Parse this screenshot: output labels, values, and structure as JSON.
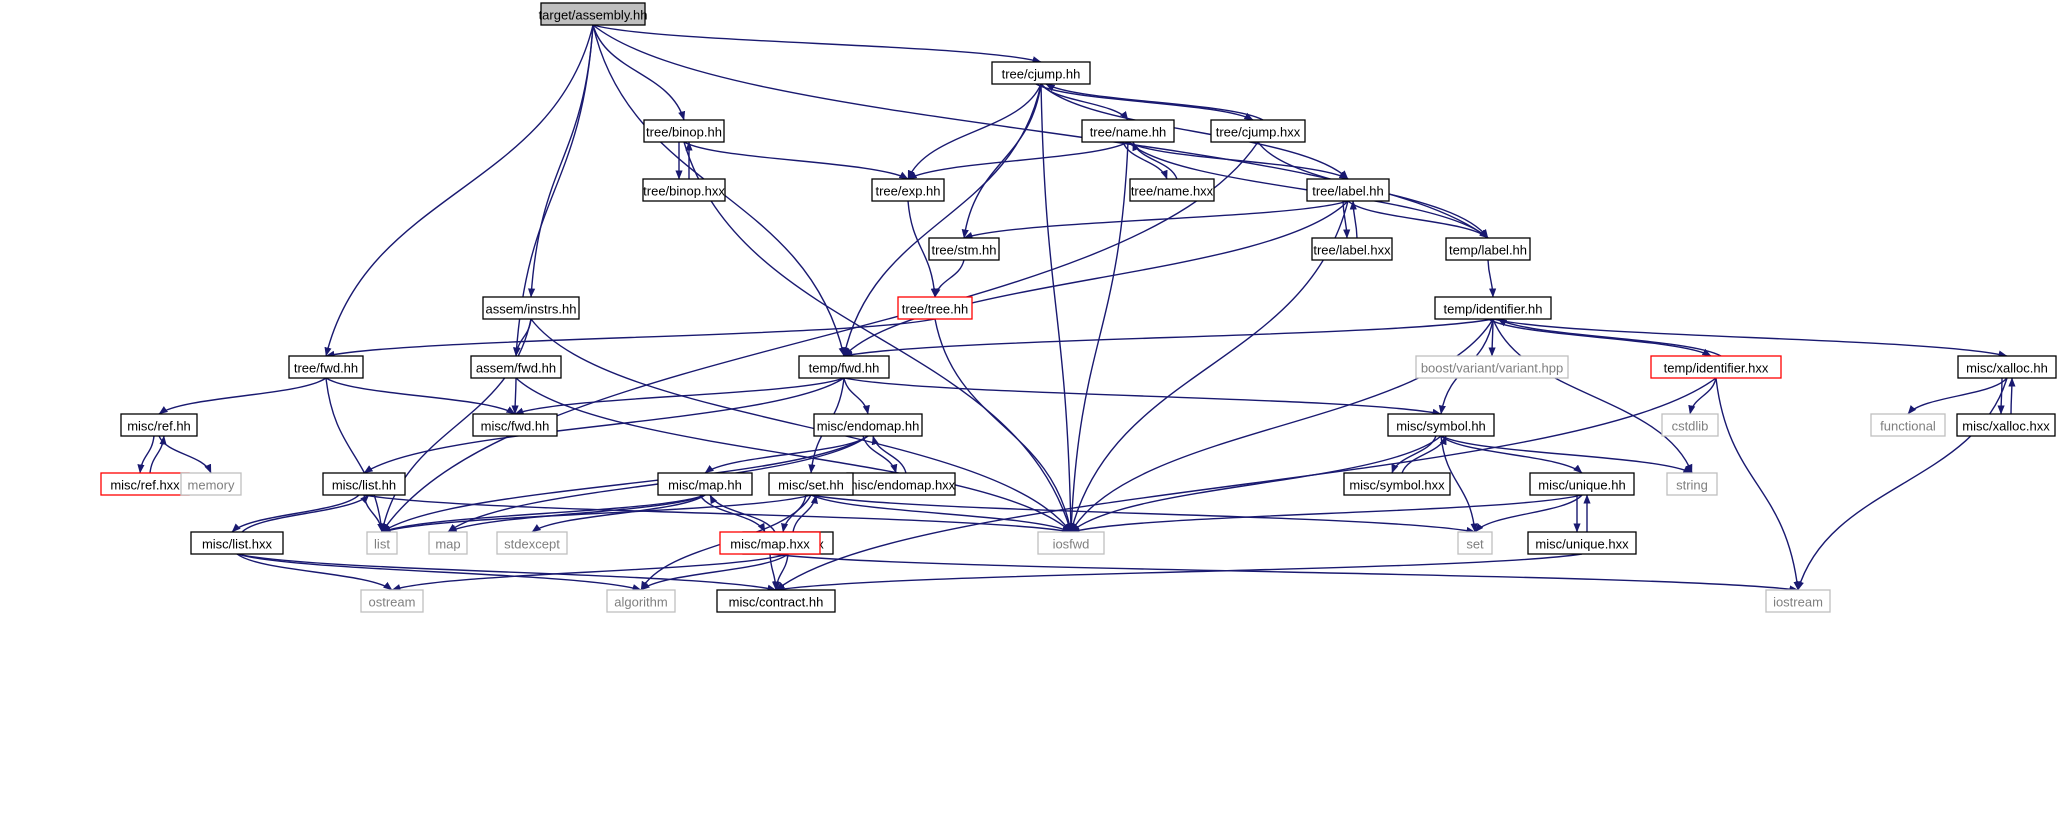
{
  "title": "target/assembly.hh",
  "colors": {
    "edge": "#191970",
    "node_border": "#000000",
    "node_border_system": "#bfbfbf",
    "node_border_truncated": "#ff0000",
    "root_fill": "#bfbfbf",
    "text": "#000000",
    "text_system": "#7f7f7f"
  },
  "nodes": [
    {
      "id": "assembly",
      "label": "target/assembly.hh",
      "kind": "root"
    },
    {
      "id": "cjump",
      "label": "tree/cjump.hh",
      "kind": "normal"
    },
    {
      "id": "binop",
      "label": "tree/binop.hh",
      "kind": "normal"
    },
    {
      "id": "binophxx",
      "label": "tree/binop.hxx",
      "kind": "normal"
    },
    {
      "id": "name",
      "label": "tree/name.hh",
      "kind": "normal"
    },
    {
      "id": "cjumphxx",
      "label": "tree/cjump.hxx",
      "kind": "normal"
    },
    {
      "id": "exp",
      "label": "tree/exp.hh",
      "kind": "normal"
    },
    {
      "id": "namehxx",
      "label": "tree/name.hxx",
      "kind": "normal"
    },
    {
      "id": "treelabel",
      "label": "tree/label.hh",
      "kind": "normal"
    },
    {
      "id": "stm",
      "label": "tree/stm.hh",
      "kind": "normal"
    },
    {
      "id": "treelabelhxx",
      "label": "tree/label.hxx",
      "kind": "normal"
    },
    {
      "id": "templabel",
      "label": "temp/label.hh",
      "kind": "normal"
    },
    {
      "id": "tree",
      "label": "tree/tree.hh",
      "kind": "truncated"
    },
    {
      "id": "instrs",
      "label": "assem/instrs.hh",
      "kind": "normal"
    },
    {
      "id": "identifier",
      "label": "temp/identifier.hh",
      "kind": "normal"
    },
    {
      "id": "treefwd",
      "label": "tree/fwd.hh",
      "kind": "normal"
    },
    {
      "id": "assemfwd",
      "label": "assem/fwd.hh",
      "kind": "normal"
    },
    {
      "id": "tempfwd",
      "label": "temp/fwd.hh",
      "kind": "normal"
    },
    {
      "id": "boostvariant",
      "label": "boost/variant/variant.hpp",
      "kind": "system"
    },
    {
      "id": "identhxx",
      "label": "temp/identifier.hxx",
      "kind": "truncated"
    },
    {
      "id": "xalloc",
      "label": "misc/xalloc.hh",
      "kind": "normal"
    },
    {
      "id": "ref",
      "label": "misc/ref.hh",
      "kind": "normal"
    },
    {
      "id": "miscfwd",
      "label": "misc/fwd.hh",
      "kind": "normal"
    },
    {
      "id": "endomap",
      "label": "misc/endomap.hh",
      "kind": "normal"
    },
    {
      "id": "symbol",
      "label": "misc/symbol.hh",
      "kind": "normal"
    },
    {
      "id": "cstdlib",
      "label": "cstdlib",
      "kind": "system"
    },
    {
      "id": "functional",
      "label": "functional",
      "kind": "system"
    },
    {
      "id": "xallochxx",
      "label": "misc/xalloc.hxx",
      "kind": "normal"
    },
    {
      "id": "refhxx",
      "label": "misc/ref.hxx",
      "kind": "truncated"
    },
    {
      "id": "memory",
      "label": "memory",
      "kind": "system"
    },
    {
      "id": "list",
      "label": "misc/list.hh",
      "kind": "normal"
    },
    {
      "id": "map",
      "label": "misc/map.hh",
      "kind": "normal"
    },
    {
      "id": "endomaphxx",
      "label": "misc/endomap.hxx",
      "kind": "normal"
    },
    {
      "id": "set",
      "label": "misc/set.hh",
      "kind": "normal"
    },
    {
      "id": "symbolhxx",
      "label": "misc/symbol.hxx",
      "kind": "normal"
    },
    {
      "id": "unique",
      "label": "misc/unique.hh",
      "kind": "normal"
    },
    {
      "id": "string",
      "label": "string",
      "kind": "system"
    },
    {
      "id": "stdlist",
      "label": "list",
      "kind": "system"
    },
    {
      "id": "stdmap",
      "label": "map",
      "kind": "system"
    },
    {
      "id": "stdexcept",
      "label": "stdexcept",
      "kind": "system"
    },
    {
      "id": "iosfwd",
      "label": "iosfwd",
      "kind": "system"
    },
    {
      "id": "stdset",
      "label": "set",
      "kind": "system"
    },
    {
      "id": "listhxx",
      "label": "misc/list.hxx",
      "kind": "normal"
    },
    {
      "id": "sethxx",
      "label": "misc/set.hxx",
      "kind": "normal"
    },
    {
      "id": "maphxx",
      "label": "misc/map.hxx",
      "kind": "truncated"
    },
    {
      "id": "uniquehxx",
      "label": "misc/unique.hxx",
      "kind": "normal"
    },
    {
      "id": "ostream",
      "label": "ostream",
      "kind": "system"
    },
    {
      "id": "algorithm",
      "label": "algorithm",
      "kind": "system"
    },
    {
      "id": "contract",
      "label": "misc/contract.hh",
      "kind": "normal"
    },
    {
      "id": "iostream",
      "label": "iostream",
      "kind": "system"
    }
  ],
  "edges": [
    [
      "assembly",
      "cjump"
    ],
    [
      "assembly",
      "templabel"
    ],
    [
      "assembly",
      "binop"
    ],
    [
      "assembly",
      "instrs"
    ],
    [
      "assembly",
      "assemfwd"
    ],
    [
      "assembly",
      "treefwd"
    ],
    [
      "assembly",
      "tempfwd"
    ],
    [
      "cjump",
      "name"
    ],
    [
      "cjump",
      "cjumphxx"
    ],
    [
      "cjump",
      "exp"
    ],
    [
      "cjump",
      "stm"
    ],
    [
      "cjump",
      "treelabel"
    ],
    [
      "cjump",
      "tempfwd"
    ],
    [
      "cjump",
      "iosfwd"
    ],
    [
      "cjumphxx",
      "cjump"
    ],
    [
      "cjumphxx",
      "templabel"
    ],
    [
      "cjumphxx",
      "stdlist"
    ],
    [
      "binop",
      "binophxx"
    ],
    [
      "binophxx",
      "binop"
    ],
    [
      "binop",
      "exp"
    ],
    [
      "binop",
      "iosfwd"
    ],
    [
      "name",
      "exp"
    ],
    [
      "name",
      "namehxx"
    ],
    [
      "namehxx",
      "name"
    ],
    [
      "name",
      "treelabel"
    ],
    [
      "name",
      "templabel"
    ],
    [
      "name",
      "iosfwd"
    ],
    [
      "exp",
      "tree"
    ],
    [
      "stm",
      "tree"
    ],
    [
      "treelabel",
      "treelabelhxx"
    ],
    [
      "treelabelhxx",
      "treelabel"
    ],
    [
      "treelabel",
      "templabel"
    ],
    [
      "treelabel",
      "stm"
    ],
    [
      "treelabel",
      "tempfwd"
    ],
    [
      "treelabel",
      "iosfwd"
    ],
    [
      "templabel",
      "identifier"
    ],
    [
      "tree",
      "treefwd"
    ],
    [
      "tree",
      "iosfwd"
    ],
    [
      "instrs",
      "assemfwd"
    ],
    [
      "instrs",
      "stdlist"
    ],
    [
      "instrs",
      "iosfwd"
    ],
    [
      "identifier",
      "tempfwd"
    ],
    [
      "identifier",
      "boostvariant"
    ],
    [
      "identifier",
      "identhxx"
    ],
    [
      "identhxx",
      "identifier"
    ],
    [
      "identifier",
      "xalloc"
    ],
    [
      "identifier",
      "symbol"
    ],
    [
      "identifier",
      "string"
    ],
    [
      "identifier",
      "iosfwd"
    ],
    [
      "identhxx",
      "cstdlib"
    ],
    [
      "identhxx",
      "iostream"
    ],
    [
      "identhxx",
      "contract"
    ],
    [
      "treefwd",
      "ref"
    ],
    [
      "treefwd",
      "miscfwd"
    ],
    [
      "treefwd",
      "stdlist"
    ],
    [
      "assemfwd",
      "miscfwd"
    ],
    [
      "assemfwd",
      "iosfwd"
    ],
    [
      "tempfwd",
      "miscfwd"
    ],
    [
      "tempfwd",
      "endomap"
    ],
    [
      "tempfwd",
      "set"
    ],
    [
      "tempfwd",
      "symbol"
    ],
    [
      "tempfwd",
      "list"
    ],
    [
      "xalloc",
      "functional"
    ],
    [
      "xalloc",
      "xallochxx"
    ],
    [
      "xallochxx",
      "xalloc"
    ],
    [
      "xalloc",
      "iostream"
    ],
    [
      "ref",
      "refhxx"
    ],
    [
      "refhxx",
      "ref"
    ],
    [
      "ref",
      "memory"
    ],
    [
      "endomap",
      "endomaphxx"
    ],
    [
      "endomaphxx",
      "endomap"
    ],
    [
      "endomap",
      "map"
    ],
    [
      "endomap",
      "stdlist"
    ],
    [
      "endomap",
      "stdmap"
    ],
    [
      "symbol",
      "symbolhxx"
    ],
    [
      "symbolhxx",
      "symbol"
    ],
    [
      "symbol",
      "unique"
    ],
    [
      "symbol",
      "string"
    ],
    [
      "symbol",
      "stdset"
    ],
    [
      "symbol",
      "iosfwd"
    ],
    [
      "list",
      "listhxx"
    ],
    [
      "listhxx",
      "list"
    ],
    [
      "list",
      "stdlist"
    ],
    [
      "list",
      "iosfwd"
    ],
    [
      "map",
      "maphxx"
    ],
    [
      "maphxx",
      "map"
    ],
    [
      "map",
      "stdlist"
    ],
    [
      "map",
      "stdmap"
    ],
    [
      "map",
      "stdexcept"
    ],
    [
      "set",
      "sethxx"
    ],
    [
      "sethxx",
      "set"
    ],
    [
      "set",
      "stdset"
    ],
    [
      "set",
      "stdlist"
    ],
    [
      "set",
      "iosfwd"
    ],
    [
      "set",
      "algorithm"
    ],
    [
      "unique",
      "uniquehxx"
    ],
    [
      "uniquehxx",
      "unique"
    ],
    [
      "unique",
      "stdset"
    ],
    [
      "unique",
      "iosfwd"
    ],
    [
      "listhxx",
      "ostream"
    ],
    [
      "listhxx",
      "algorithm"
    ],
    [
      "listhxx",
      "contract"
    ],
    [
      "sethxx",
      "ostream"
    ],
    [
      "sethxx",
      "algorithm"
    ],
    [
      "sethxx",
      "contract"
    ],
    [
      "maphxx",
      "contract"
    ],
    [
      "maphxx",
      "iostream"
    ],
    [
      "uniquehxx",
      "contract"
    ]
  ]
}
